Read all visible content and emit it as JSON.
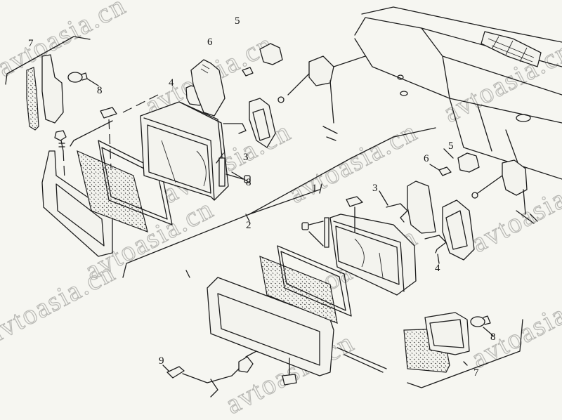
{
  "diagram": {
    "type": "exploded-parts-diagram",
    "watermark": "avtoasia.cn",
    "colors": {
      "background": "#f6f6f1",
      "line": "#1d1d1d",
      "watermark": "#b8b8b4"
    }
  },
  "callouts": {
    "upper_7": "7",
    "upper_8": "8",
    "upper_4": "4",
    "upper_6": "6",
    "upper_5": "5",
    "upper_3": "3",
    "upper_8b": "8",
    "upper_2": "2",
    "lower_1": "1",
    "lower_5": "5",
    "lower_6": "6",
    "lower_3": "3",
    "lower_4": "4",
    "lower_8": "8",
    "lower_7": "7",
    "lower_9": "9"
  }
}
